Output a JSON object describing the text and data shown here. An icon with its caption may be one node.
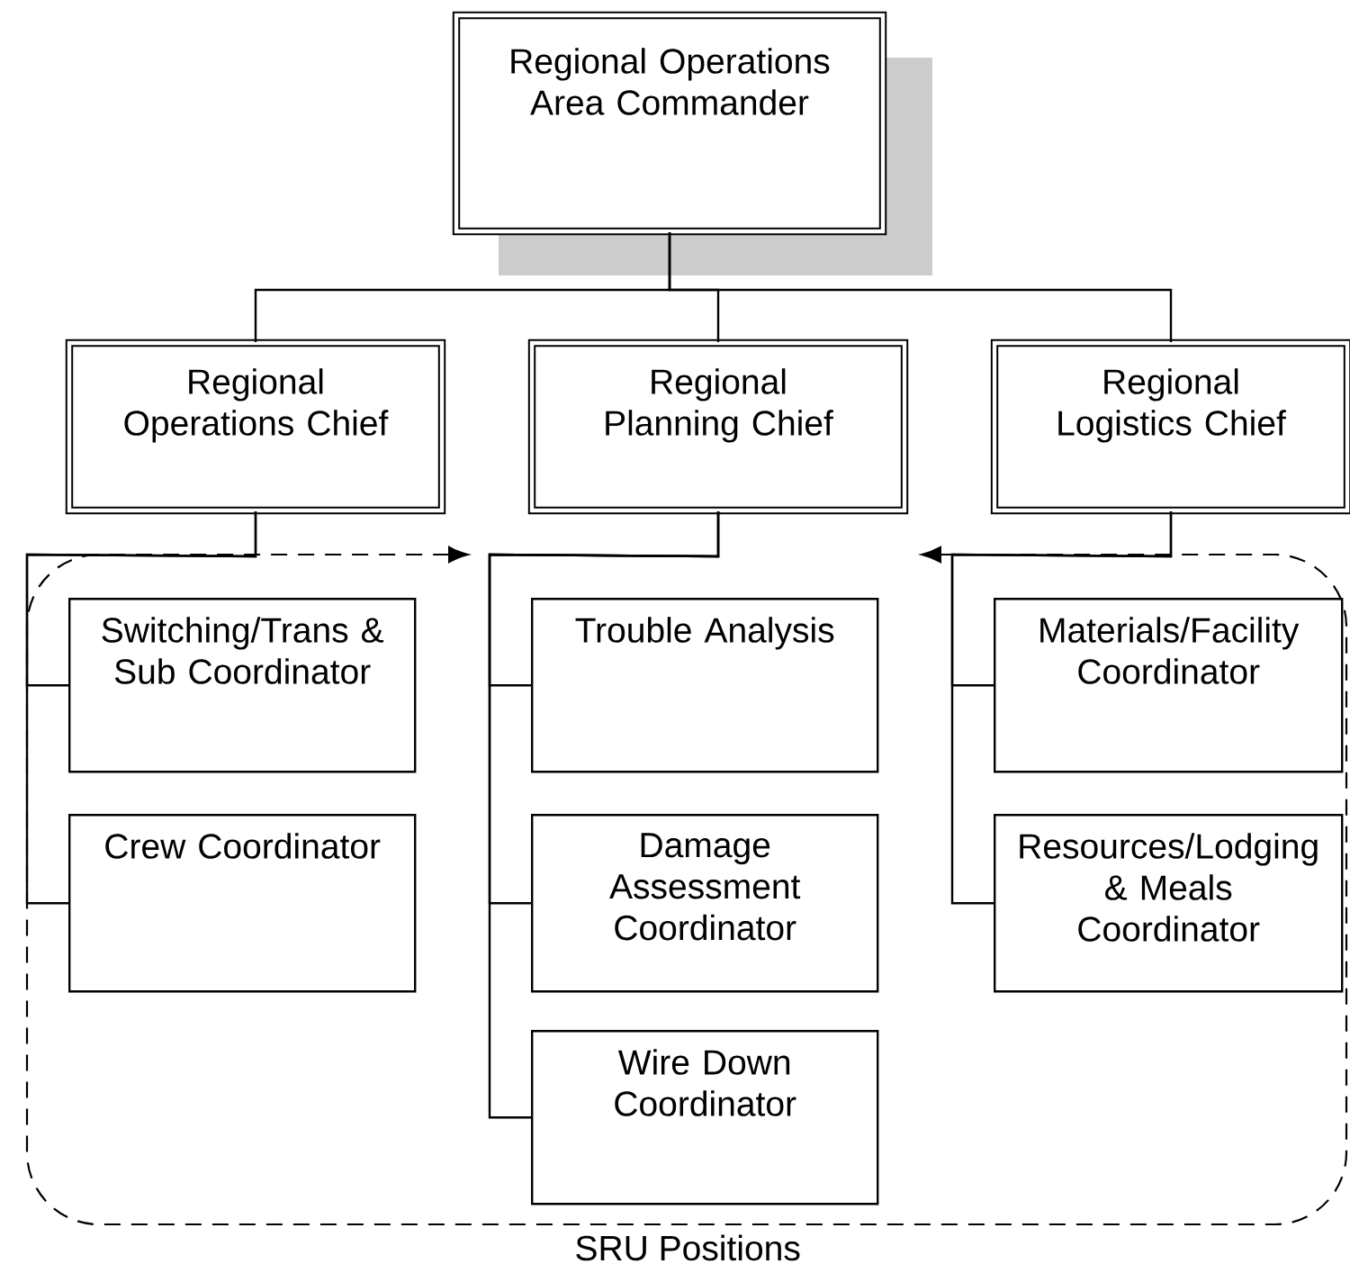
{
  "diagram": {
    "nodes": [
      {
        "text": [
          "Regional Operations Area Commander"
        ]
      },
      {
        "text": [
          "Regional Operations Chief"
        ]
      },
      {
        "text": [
          "Regional Planning Chief"
        ]
      },
      {
        "text": [
          "Regional Logistics Chief"
        ]
      },
      {
        "text": [
          "SRU Positions"
        ]
      },
      {
        "text": [
          "Switching/Trans & Sub Coordinator"
        ],
        "in": 4
      },
      {
        "text": [
          "Crew Coordinator"
        ],
        "in": 4
      },
      {
        "text": [
          "Trouble Analysis"
        ],
        "in": 4
      },
      {
        "text": [
          "Damage Assessment Coordinator"
        ],
        "in": 4
      },
      {
        "text": [
          "Wire Down Coordinator"
        ],
        "in": 4
      },
      {
        "text": [
          "Materials/Facility Coordinator"
        ],
        "in": 4
      },
      {
        "text": [
          "Resources/Lodging & Meals Coordinator"
        ],
        "in": 4
      }
    ],
    "edges": [
      {
        "from": 0,
        "to": 1,
        "arrow": "none"
      },
      {
        "from": 0,
        "to": 2,
        "arrow": "none"
      },
      {
        "from": 0,
        "to": 3,
        "arrow": "none"
      },
      {
        "from": 1,
        "to": 5,
        "arrow": "none"
      },
      {
        "from": 1,
        "to": 6,
        "arrow": "none"
      },
      {
        "from": 2,
        "to": 7,
        "arrow": "none"
      },
      {
        "from": 2,
        "to": 8,
        "arrow": "none"
      },
      {
        "from": 2,
        "to": 9,
        "arrow": "none"
      },
      {
        "from": 3,
        "to": 10,
        "arrow": "none"
      },
      {
        "from": 3,
        "to": 11,
        "arrow": "none"
      }
    ]
  }
}
